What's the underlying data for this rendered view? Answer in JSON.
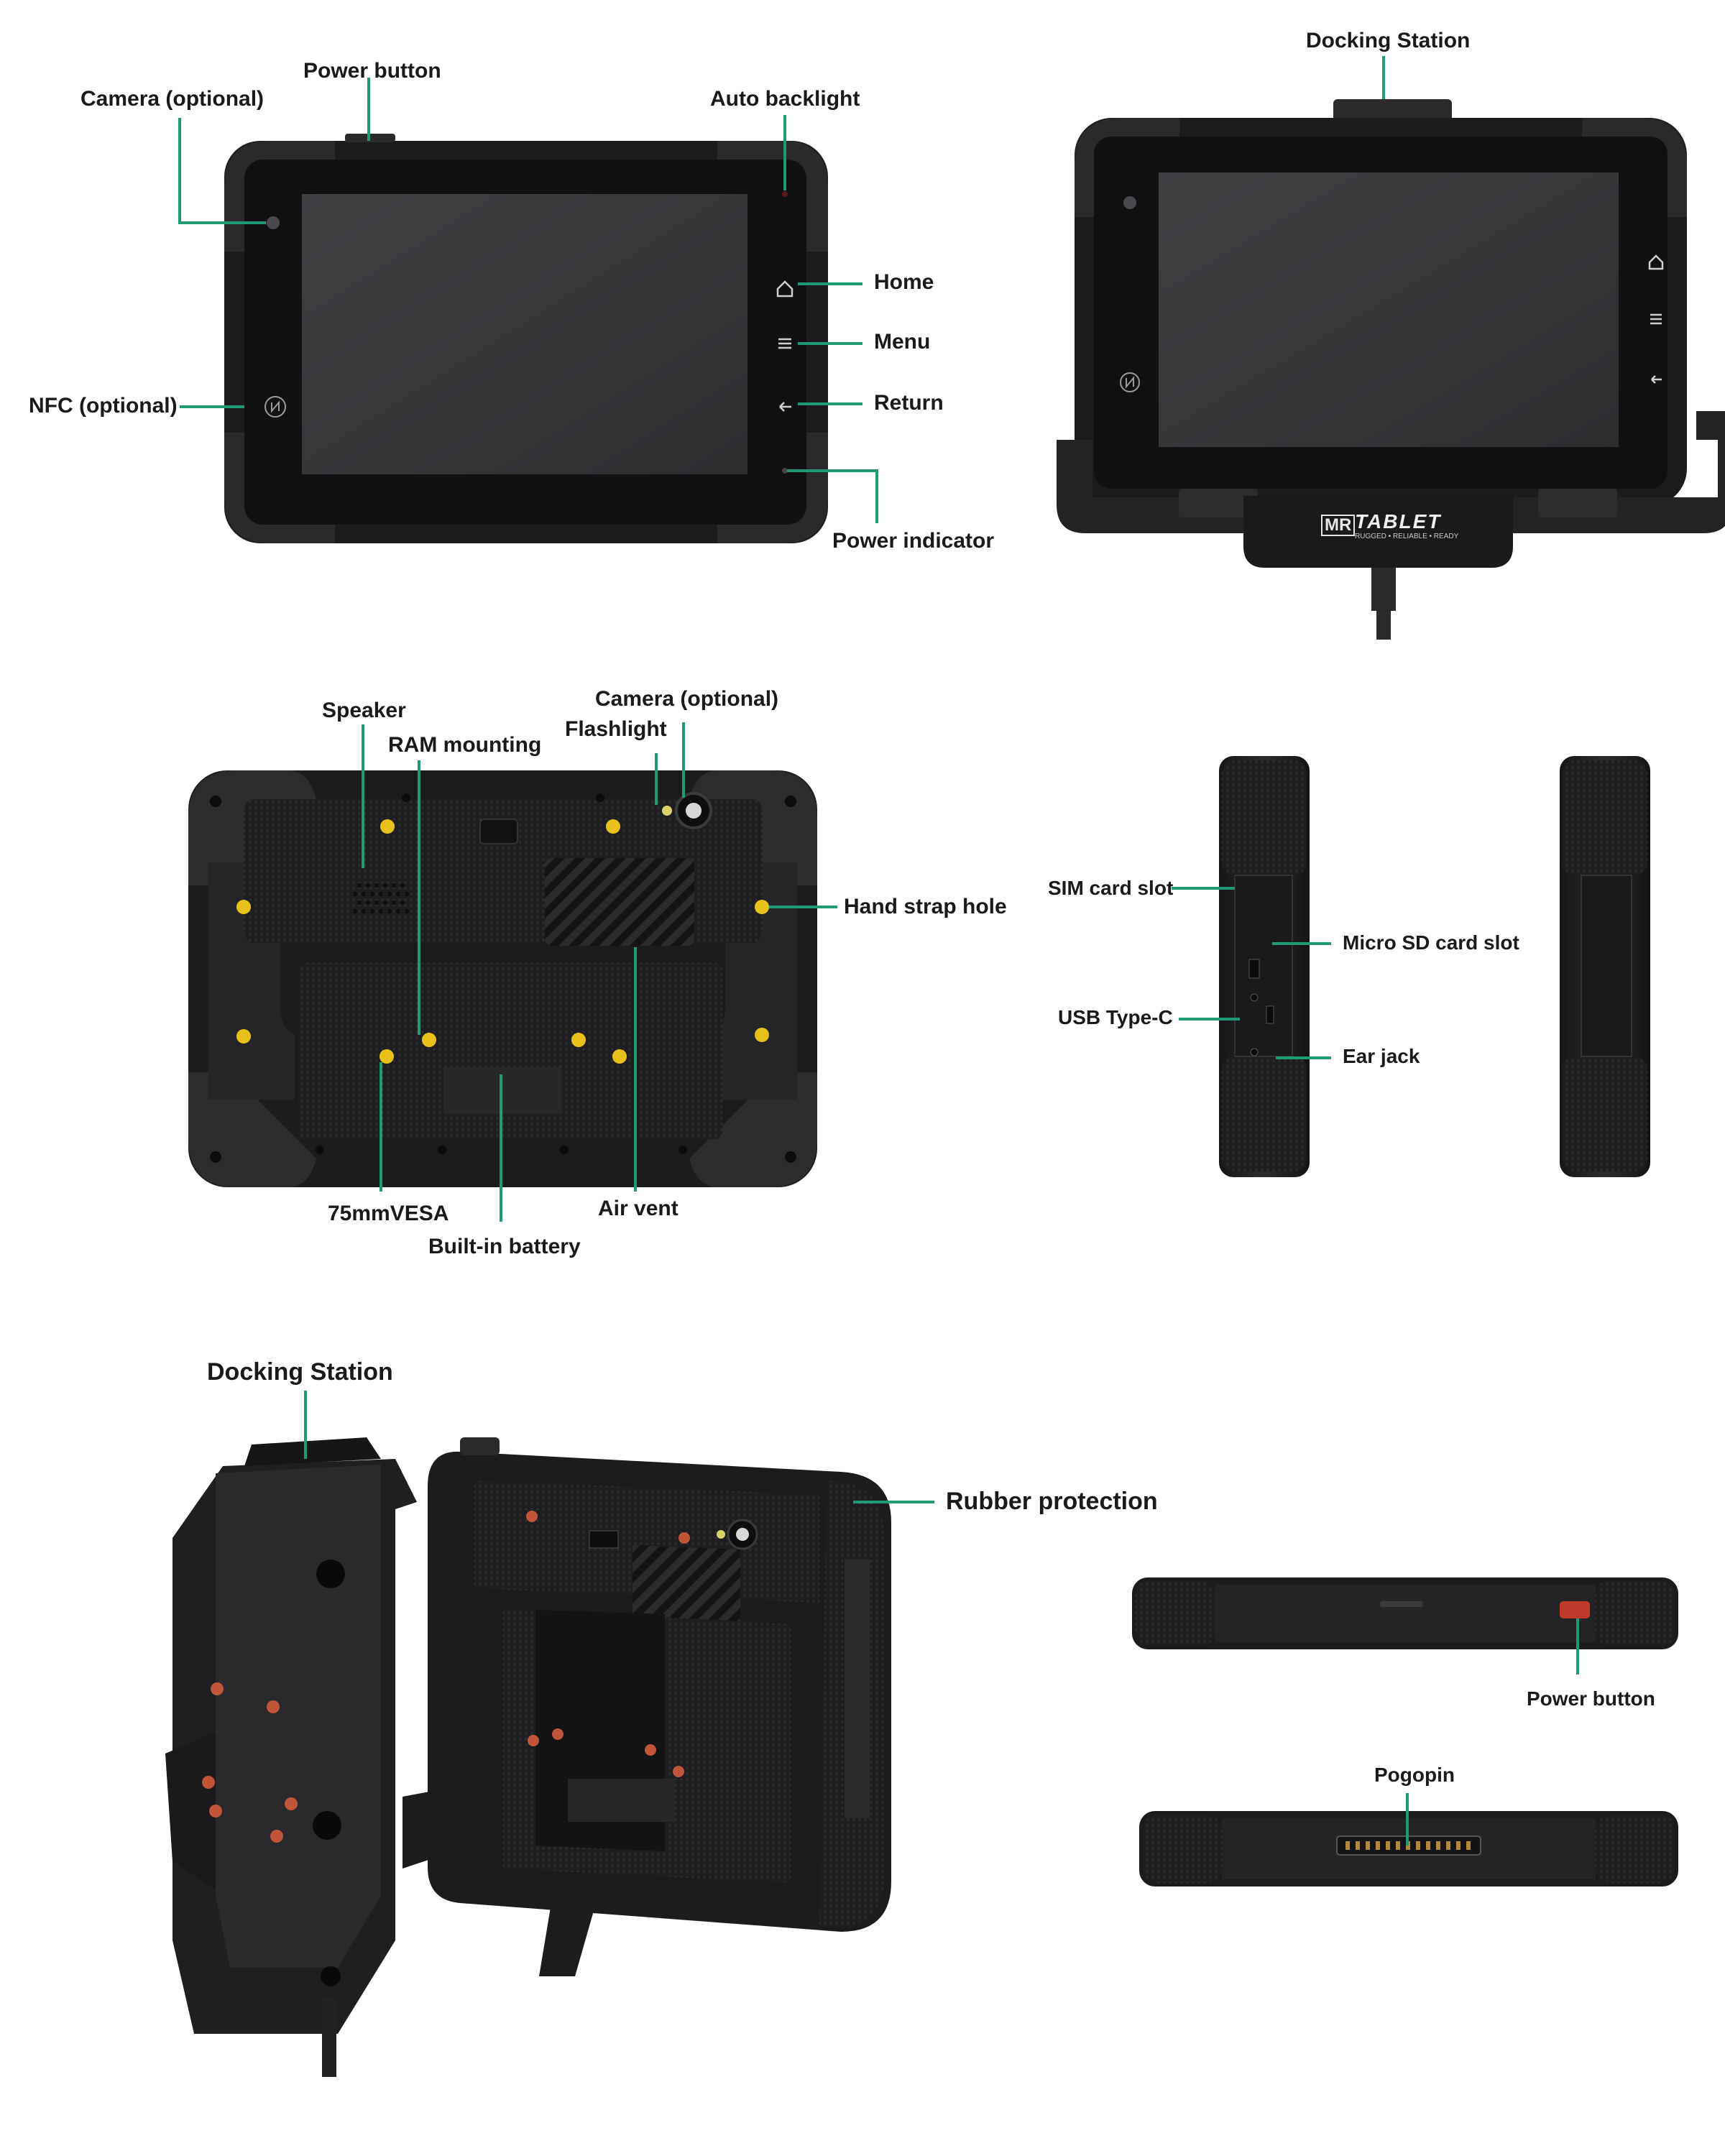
{
  "colors": {
    "leader_line": "#1f9a74",
    "device_body": "#1c1c1e",
    "device_bumper": "#2a2a2c",
    "screen": "#3a3a3d",
    "screw_accent": "#e8c21a",
    "power_key": "#c0392b"
  },
  "front_view": {
    "labels": {
      "power_button": "Power button",
      "camera": "Camera (optional)",
      "auto_backlight": "Auto backlight",
      "home": "Home",
      "menu": "Menu",
      "return": "Return",
      "nfc": "NFC (optional)",
      "power_indicator": "Power indicator"
    },
    "icons": [
      "home-icon",
      "menu-icon",
      "return-icon",
      "nfc-icon"
    ]
  },
  "dock_front_view": {
    "labels": {
      "docking_station": "Docking Station"
    },
    "brand": {
      "name": "TABLET",
      "monogram": "MR",
      "tagline": "RUGGED • RELIABLE • READY"
    }
  },
  "back_view": {
    "labels": {
      "speaker": "Speaker",
      "ram_mounting": "RAM mounting",
      "camera": "Camera (optional)",
      "flashlight": "Flashlight",
      "hand_strap_hole": "Hand strap hole",
      "vesa": "75mmVESA",
      "battery": "Built-in battery",
      "air_vent": "Air vent"
    }
  },
  "side_view": {
    "labels": {
      "sim_slot": "SIM card slot",
      "micro_sd": "Micro SD card slot",
      "usb_c": "USB Type-C",
      "ear_jack": "Ear jack"
    }
  },
  "dock_3d_view": {
    "labels": {
      "docking_station": "Docking Station",
      "rubber_protection": "Rubber protection"
    }
  },
  "top_bottom_view": {
    "labels": {
      "power_button": "Power button",
      "pogopin": "Pogopin"
    }
  }
}
